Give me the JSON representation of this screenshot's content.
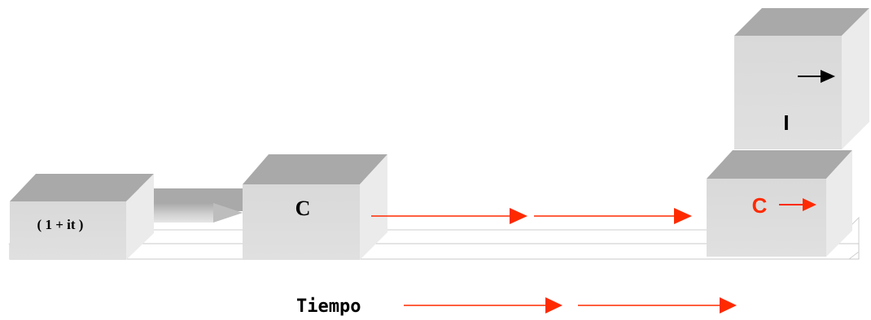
{
  "diagram": {
    "boxes": {
      "factor": {
        "label": "( 1 + it )"
      },
      "capital": {
        "label": "C"
      },
      "future_capital": {
        "label": "C"
      },
      "interest": {
        "label": "I"
      }
    },
    "time_axis": {
      "label": "Tiempo"
    }
  },
  "colors": {
    "box_front": "#dcdcdc",
    "box_top": "#a9a9a9",
    "box_side": "#ebebeb",
    "timeline_arrow": "#ff2a00",
    "accent_text": "#ff2a00",
    "black_arrow": "#000000"
  }
}
